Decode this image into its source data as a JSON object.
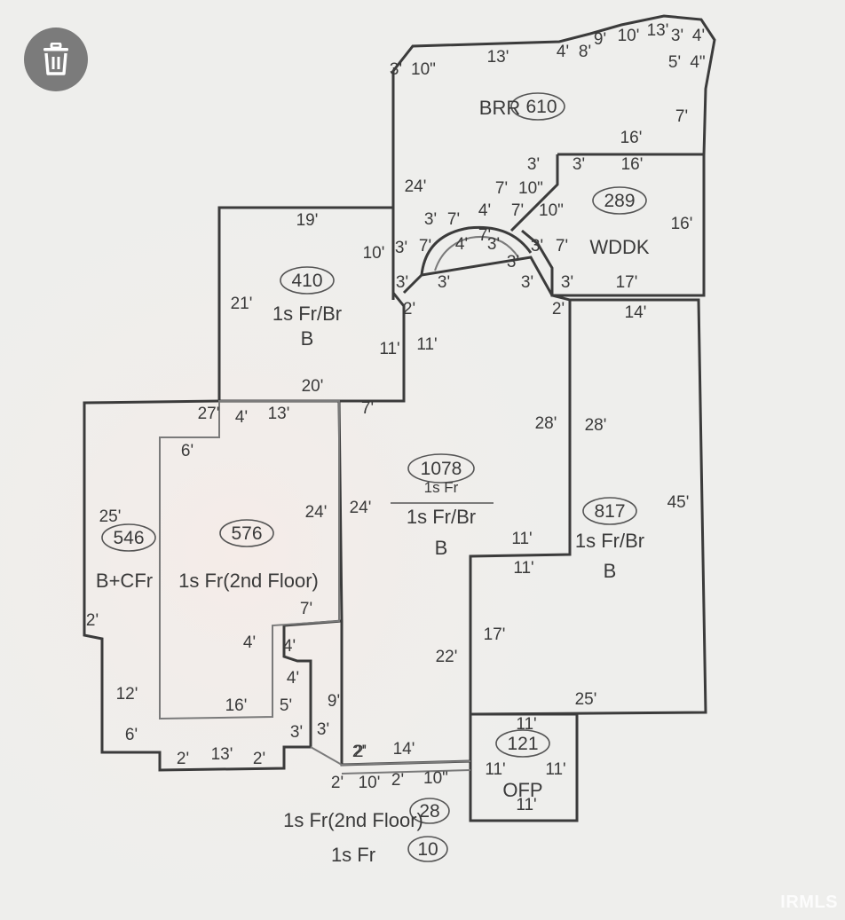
{
  "toolbar": {
    "delete_icon": "trash-icon"
  },
  "watermark": "IRMLS",
  "sections": [
    {
      "area": "410",
      "name": "1s Fr/Br",
      "sub": "B"
    },
    {
      "area": "1078",
      "name": "1s Fr/Br",
      "sub": "B",
      "strike": "1s Fr"
    },
    {
      "area": "817",
      "name": "1s Fr/Br",
      "sub": "B"
    },
    {
      "area": "576",
      "name": "1s Fr(2nd Floor)"
    },
    {
      "area": "546",
      "name": "B+CFr"
    },
    {
      "area": "610",
      "name": "BRR"
    },
    {
      "area": "289",
      "name": "WDDK"
    },
    {
      "area": "121",
      "name": "OFP"
    },
    {
      "area": "28",
      "name": "1s Fr(2nd Floor)"
    },
    {
      "area": "10",
      "name": "1s Fr"
    }
  ],
  "dimensions": [
    "3'",
    "10\"",
    "13'",
    "4'",
    "8'",
    "9'",
    "10'",
    "13'",
    "3'",
    "4'",
    "5'",
    "4\"",
    "7'",
    "16'",
    "3'",
    "3'",
    "16'",
    "24'",
    "7'",
    "10\"",
    "19'",
    "3'",
    "7'",
    "4'",
    "7'",
    "10\"",
    "16'",
    "10'",
    "3'",
    "7'",
    "4'",
    "7'",
    "3'",
    "7'",
    "3'",
    "3'",
    "3'",
    "17'",
    "3'",
    "3'",
    "3'",
    "21'",
    "2'",
    "2'",
    "14'",
    "11'",
    "11'",
    "20'",
    "27'",
    "4'",
    "13'",
    "7'",
    "6'",
    "28'",
    "28'",
    "24'",
    "24'",
    "45'",
    "25'",
    "11'",
    "11'",
    "7'",
    "4'",
    "4'",
    "17'",
    "22'",
    "4'",
    "5'",
    "9'",
    "12'",
    "16'",
    "25'",
    "6'",
    "3'",
    "3'",
    "2'",
    "13'",
    "2'",
    "2'",
    "14'",
    "11'",
    "11'",
    "11'",
    "2'",
    "10'",
    "2'",
    "10\"",
    "11'",
    "2'",
    "2'"
  ]
}
